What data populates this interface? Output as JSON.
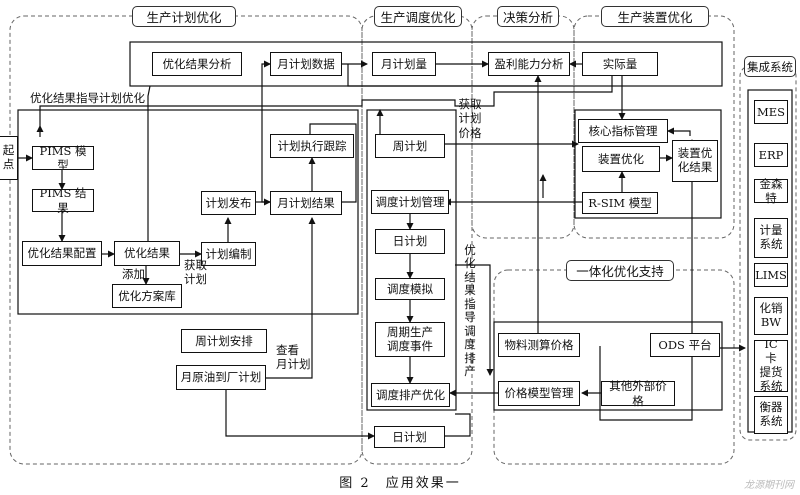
{
  "sections": {
    "production_plan_opt": "生产计划优化",
    "dispatch_opt": "生产调度优化",
    "decision_analysis": "决策分析",
    "device_opt": "生产装置优化",
    "integrated_opt_support": "一体化优化支持",
    "integration_systems": "集成系统"
  },
  "start_label": "起\n点",
  "nodes": {
    "opt_result_analysis": "优化结果分析",
    "monthly_plan_data": "月计划数据",
    "monthly_plan_volume": "月计划量",
    "profit_analysis": "盈利能力分析",
    "actual_volume": "实际量",
    "plan_exec_tracking": "计划执行跟踪",
    "pims_model": "PIMS 模型",
    "pims_result": "PIMS 结果",
    "opt_result_config": "优化结果配置",
    "opt_result": "优化结果",
    "opt_plan_library": "优化方案库",
    "plan_release": "计划发布",
    "monthly_plan_result": "月计划结果",
    "plan_compile": "计划编制",
    "weekly_plan_arrange": "周计划安排",
    "monthly_crude_arrival": "月原油到厂计划",
    "weekly_plan": "周计划",
    "dispatch_plan_mgmt": "调度计划管理",
    "daily_plan": "日计划",
    "dispatch_sim": "调度模拟",
    "cycle_prod_event": "周期生产\n调度事件",
    "dispatch_sched_opt": "调度排产优化",
    "daily_plan_2": "日计划",
    "core_index_mgmt": "核心指标管理",
    "device_optimize": "装置优化",
    "device_opt_result": "装置优\n化结果",
    "rsim_model": "R-SIM 模型",
    "material_price": "物料测算价格",
    "ods_platform": "ODS 平台",
    "price_model_mgmt": "价格模型管理",
    "external_price": "其他外部价格"
  },
  "integration_systems": [
    "MES",
    "ERP",
    "金森特",
    "计量\n系统",
    "LIMS",
    "化销\nBW",
    "IC 卡\n提货\n系统",
    "衡器\n系统"
  ],
  "annotations": {
    "opt_guide_monthly": "优化结果指导计划优化",
    "add": "添加",
    "fetch_plan": "获取\n计划",
    "view_monthly": "查看\n月计划",
    "fetch_plan_price": "获取\n计划\n价格",
    "opt_guide_dispatch": "优化结果指导调度排产"
  },
  "caption": "图 2　应用效果一",
  "watermark": "龙源期刊网"
}
